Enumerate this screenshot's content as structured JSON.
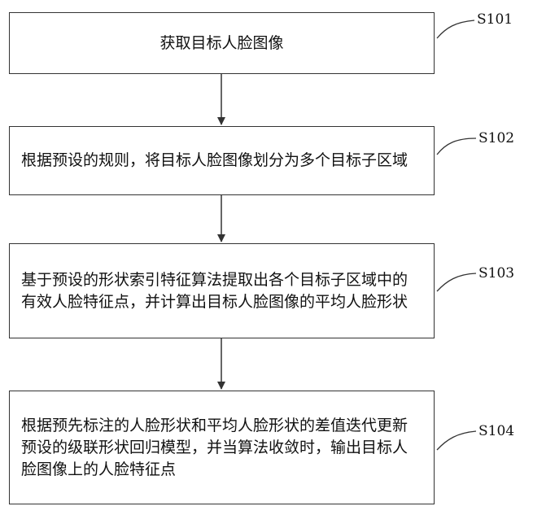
{
  "steps": [
    {
      "id": "S101",
      "text": "获取目标人脸图像"
    },
    {
      "id": "S102",
      "text": "根据预设的规则，将目标人脸图像划分为多个目标子区域"
    },
    {
      "id": "S103",
      "text": "基于预设的形状索引特征算法提取出各个目标子区域中的有效人脸特征点，并计算出目标人脸图像的平均人脸形状"
    },
    {
      "id": "S104",
      "text": "根据预先标注的人脸形状和平均人脸形状的差值迭代更新预设的级联形状回归模型，并当算法收敛时，输出目标人脸图像上的人脸特征点"
    }
  ]
}
